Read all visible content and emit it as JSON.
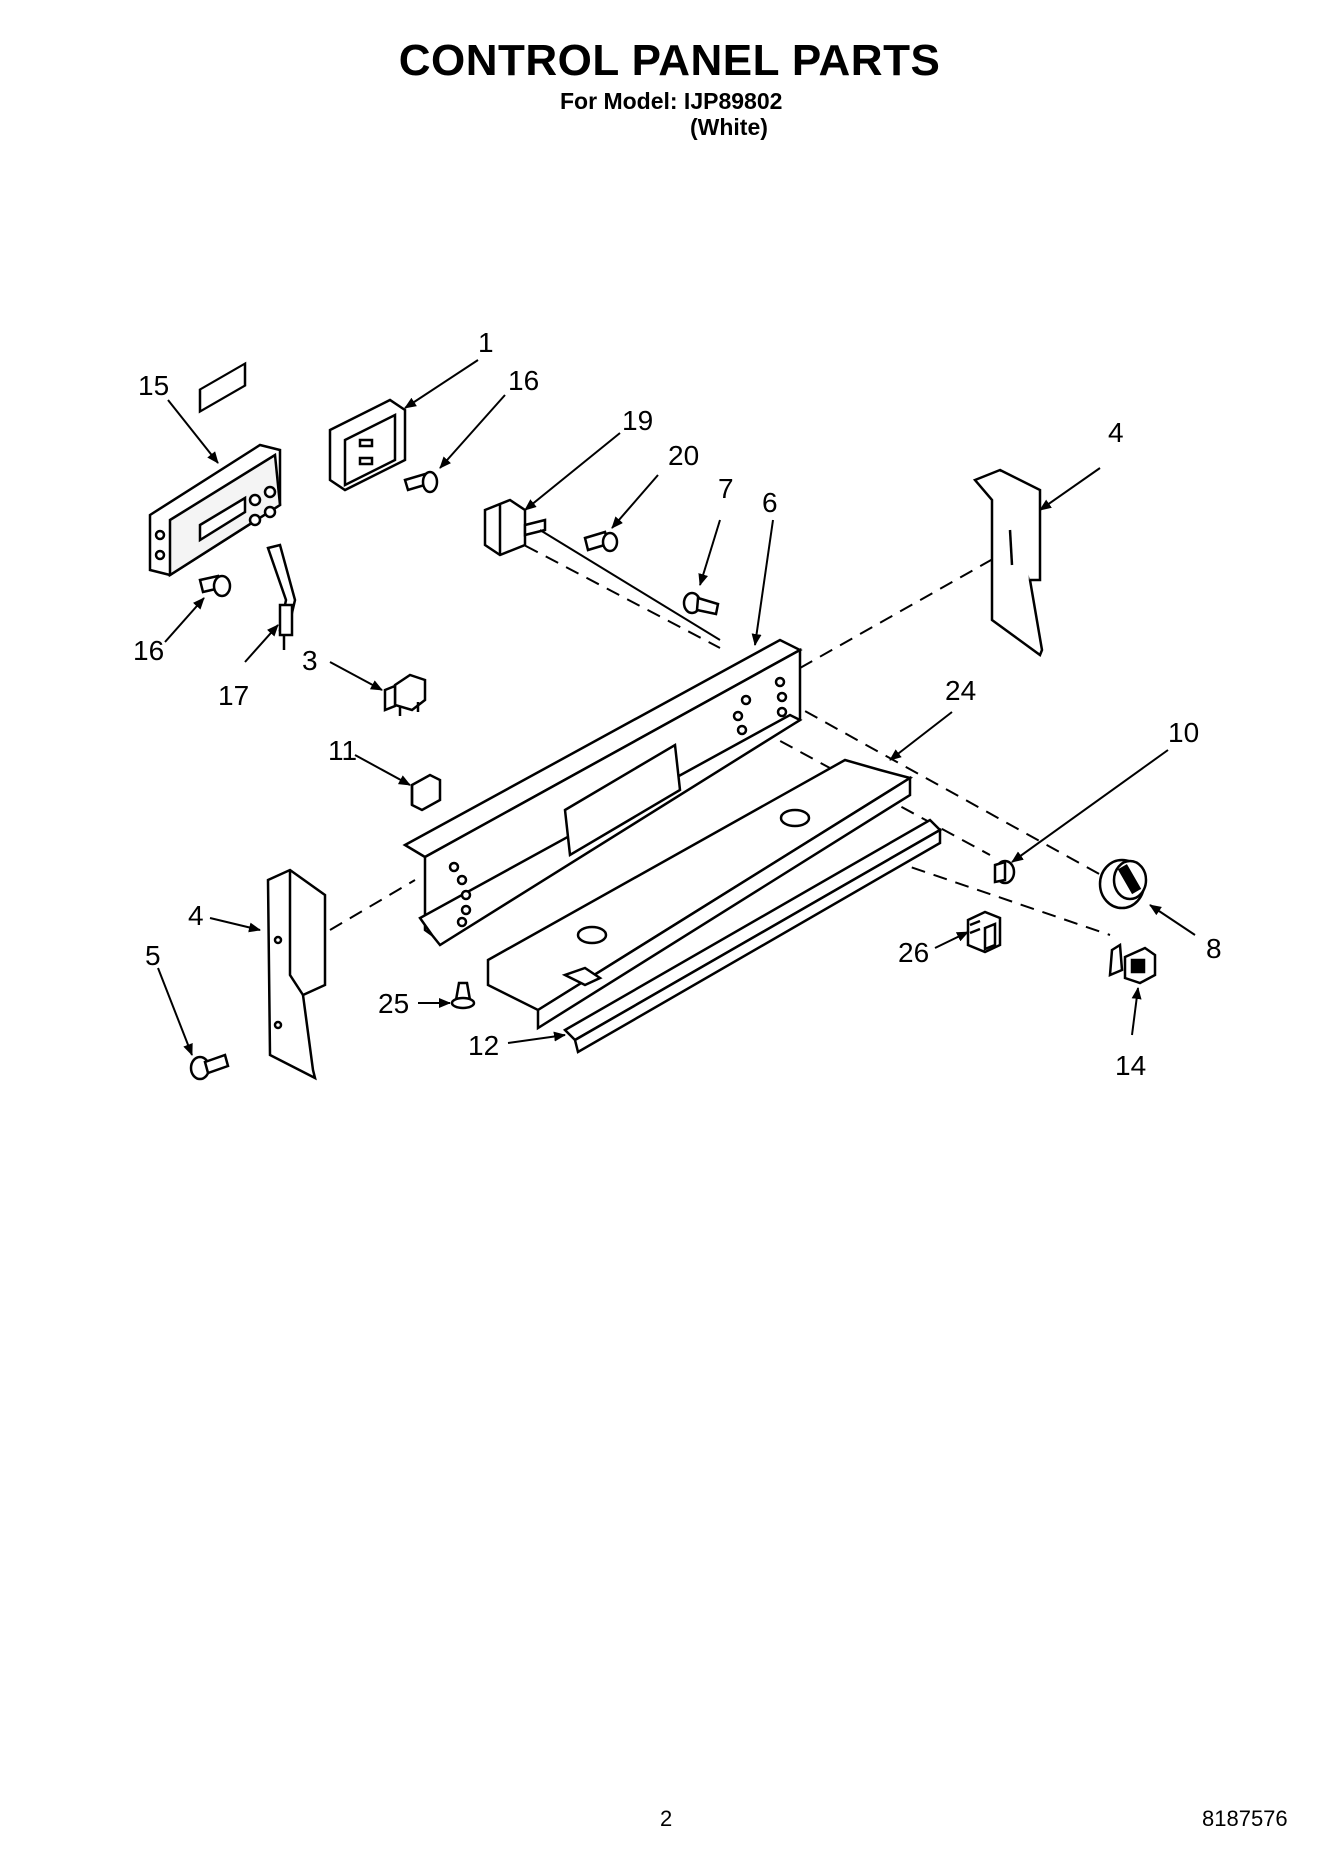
{
  "header": {
    "title": "CONTROL PANEL PARTS",
    "model_line": "For Model: IJP89802",
    "color_line": "(White)"
  },
  "diagram": {
    "callouts": [
      "1",
      "16",
      "15",
      "19",
      "20",
      "7",
      "6",
      "4",
      "16",
      "17",
      "3",
      "24",
      "10",
      "11",
      "4",
      "5",
      "8",
      "26",
      "25",
      "12",
      "14"
    ]
  },
  "footer": {
    "page_number": "2",
    "document_number": "8187576"
  }
}
